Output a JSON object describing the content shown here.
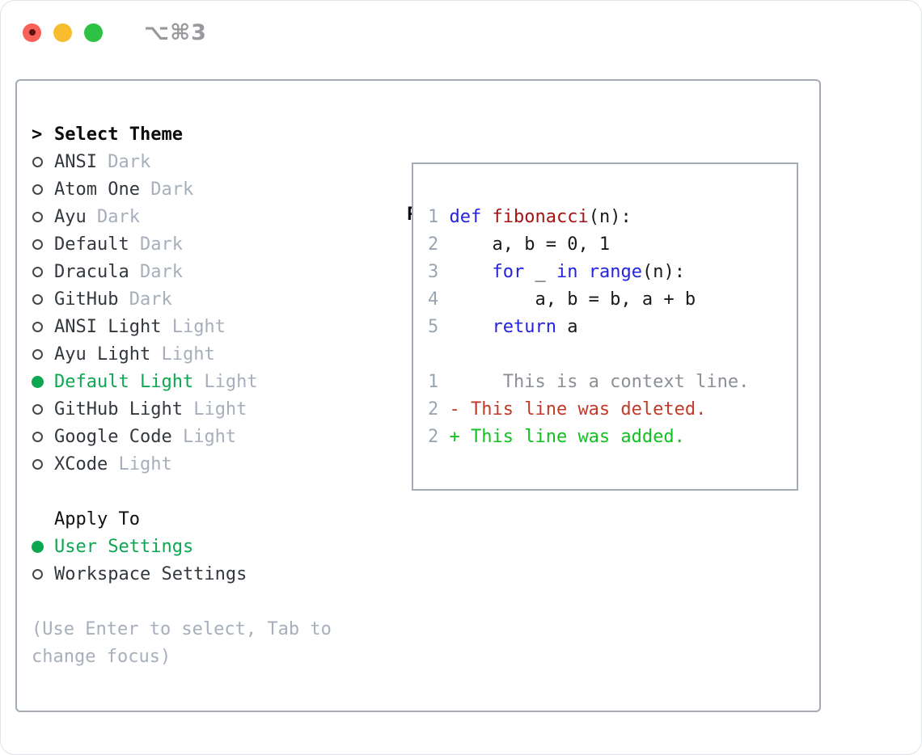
{
  "window": {
    "shortcut": "⌥⌘3",
    "buttons": [
      {
        "name": "close",
        "color": "#f8615a",
        "has_dot": true,
        "dot_color": "#5a1511"
      },
      {
        "name": "minimize",
        "color": "#f7bd2e",
        "has_dot": false
      },
      {
        "name": "zoom",
        "color": "#2dc244",
        "has_dot": false
      }
    ]
  },
  "theme_panel": {
    "title_prefix": ">",
    "title": "Select Theme",
    "themes": [
      {
        "name": "ANSI",
        "variant": "Dark",
        "selected": false
      },
      {
        "name": "Atom One",
        "variant": "Dark",
        "selected": false
      },
      {
        "name": "Ayu",
        "variant": "Dark",
        "selected": false
      },
      {
        "name": "Default",
        "variant": "Dark",
        "selected": false
      },
      {
        "name": "Dracula",
        "variant": "Dark",
        "selected": false
      },
      {
        "name": "GitHub",
        "variant": "Dark",
        "selected": false
      },
      {
        "name": "ANSI Light",
        "variant": "Light",
        "selected": false
      },
      {
        "name": "Ayu Light",
        "variant": "Light",
        "selected": false
      },
      {
        "name": "Default Light",
        "variant": "Light",
        "selected": true
      },
      {
        "name": "GitHub Light",
        "variant": "Light",
        "selected": false
      },
      {
        "name": "Google Code",
        "variant": "Light",
        "selected": false
      },
      {
        "name": "XCode",
        "variant": "Light",
        "selected": false
      }
    ]
  },
  "apply_panel": {
    "title": "Apply To",
    "options": [
      {
        "label": "User Settings",
        "selected": true
      },
      {
        "label": "Workspace Settings",
        "selected": false
      }
    ]
  },
  "help": {
    "lines": [
      "(Use Enter to select, Tab to",
      "change focus)"
    ]
  },
  "preview": {
    "title": "Preview",
    "lines": [
      [
        {
          "c": "ln",
          "t": "1 "
        },
        {
          "c": "kw",
          "t": "def"
        },
        {
          "c": "plain",
          "t": " "
        },
        {
          "c": "fn",
          "t": "fibonacci"
        },
        {
          "c": "plain",
          "t": "(n):"
        }
      ],
      [
        {
          "c": "ln",
          "t": "2 "
        },
        {
          "c": "plain",
          "t": "    a, b = 0, 1"
        }
      ],
      [
        {
          "c": "ln",
          "t": "3 "
        },
        {
          "c": "plain",
          "t": "    "
        },
        {
          "c": "kw",
          "t": "for"
        },
        {
          "c": "plain",
          "t": " _ "
        },
        {
          "c": "kw",
          "t": "in"
        },
        {
          "c": "plain",
          "t": " "
        },
        {
          "c": "kw",
          "t": "range"
        },
        {
          "c": "plain",
          "t": "(n):"
        }
      ],
      [
        {
          "c": "ln",
          "t": "4 "
        },
        {
          "c": "plain",
          "t": "        a, b = b, a + b"
        }
      ],
      [
        {
          "c": "ln",
          "t": "5 "
        },
        {
          "c": "plain",
          "t": "    "
        },
        {
          "c": "kw",
          "t": "return"
        },
        {
          "c": "plain",
          "t": " a"
        }
      ],
      [],
      [
        {
          "c": "ln",
          "t": "1 "
        },
        {
          "c": "ctx",
          "t": "     This is a context line."
        }
      ],
      [
        {
          "c": "ln",
          "t": "2 "
        },
        {
          "c": "del",
          "t": "- This line was deleted."
        }
      ],
      [
        {
          "c": "ln",
          "t": "2 "
        },
        {
          "c": "add",
          "t": "+ This line was added."
        }
      ]
    ]
  },
  "colors": {
    "accent_green": "#0ca750",
    "keyword_blue": "#2323e0",
    "function_red": "#a31515",
    "diff_deleted": "#c23a28",
    "diff_added": "#12c022",
    "muted_gray": "#a6afbb",
    "line_number": "#9aa5b2",
    "border_gray": "#a3abb6"
  }
}
